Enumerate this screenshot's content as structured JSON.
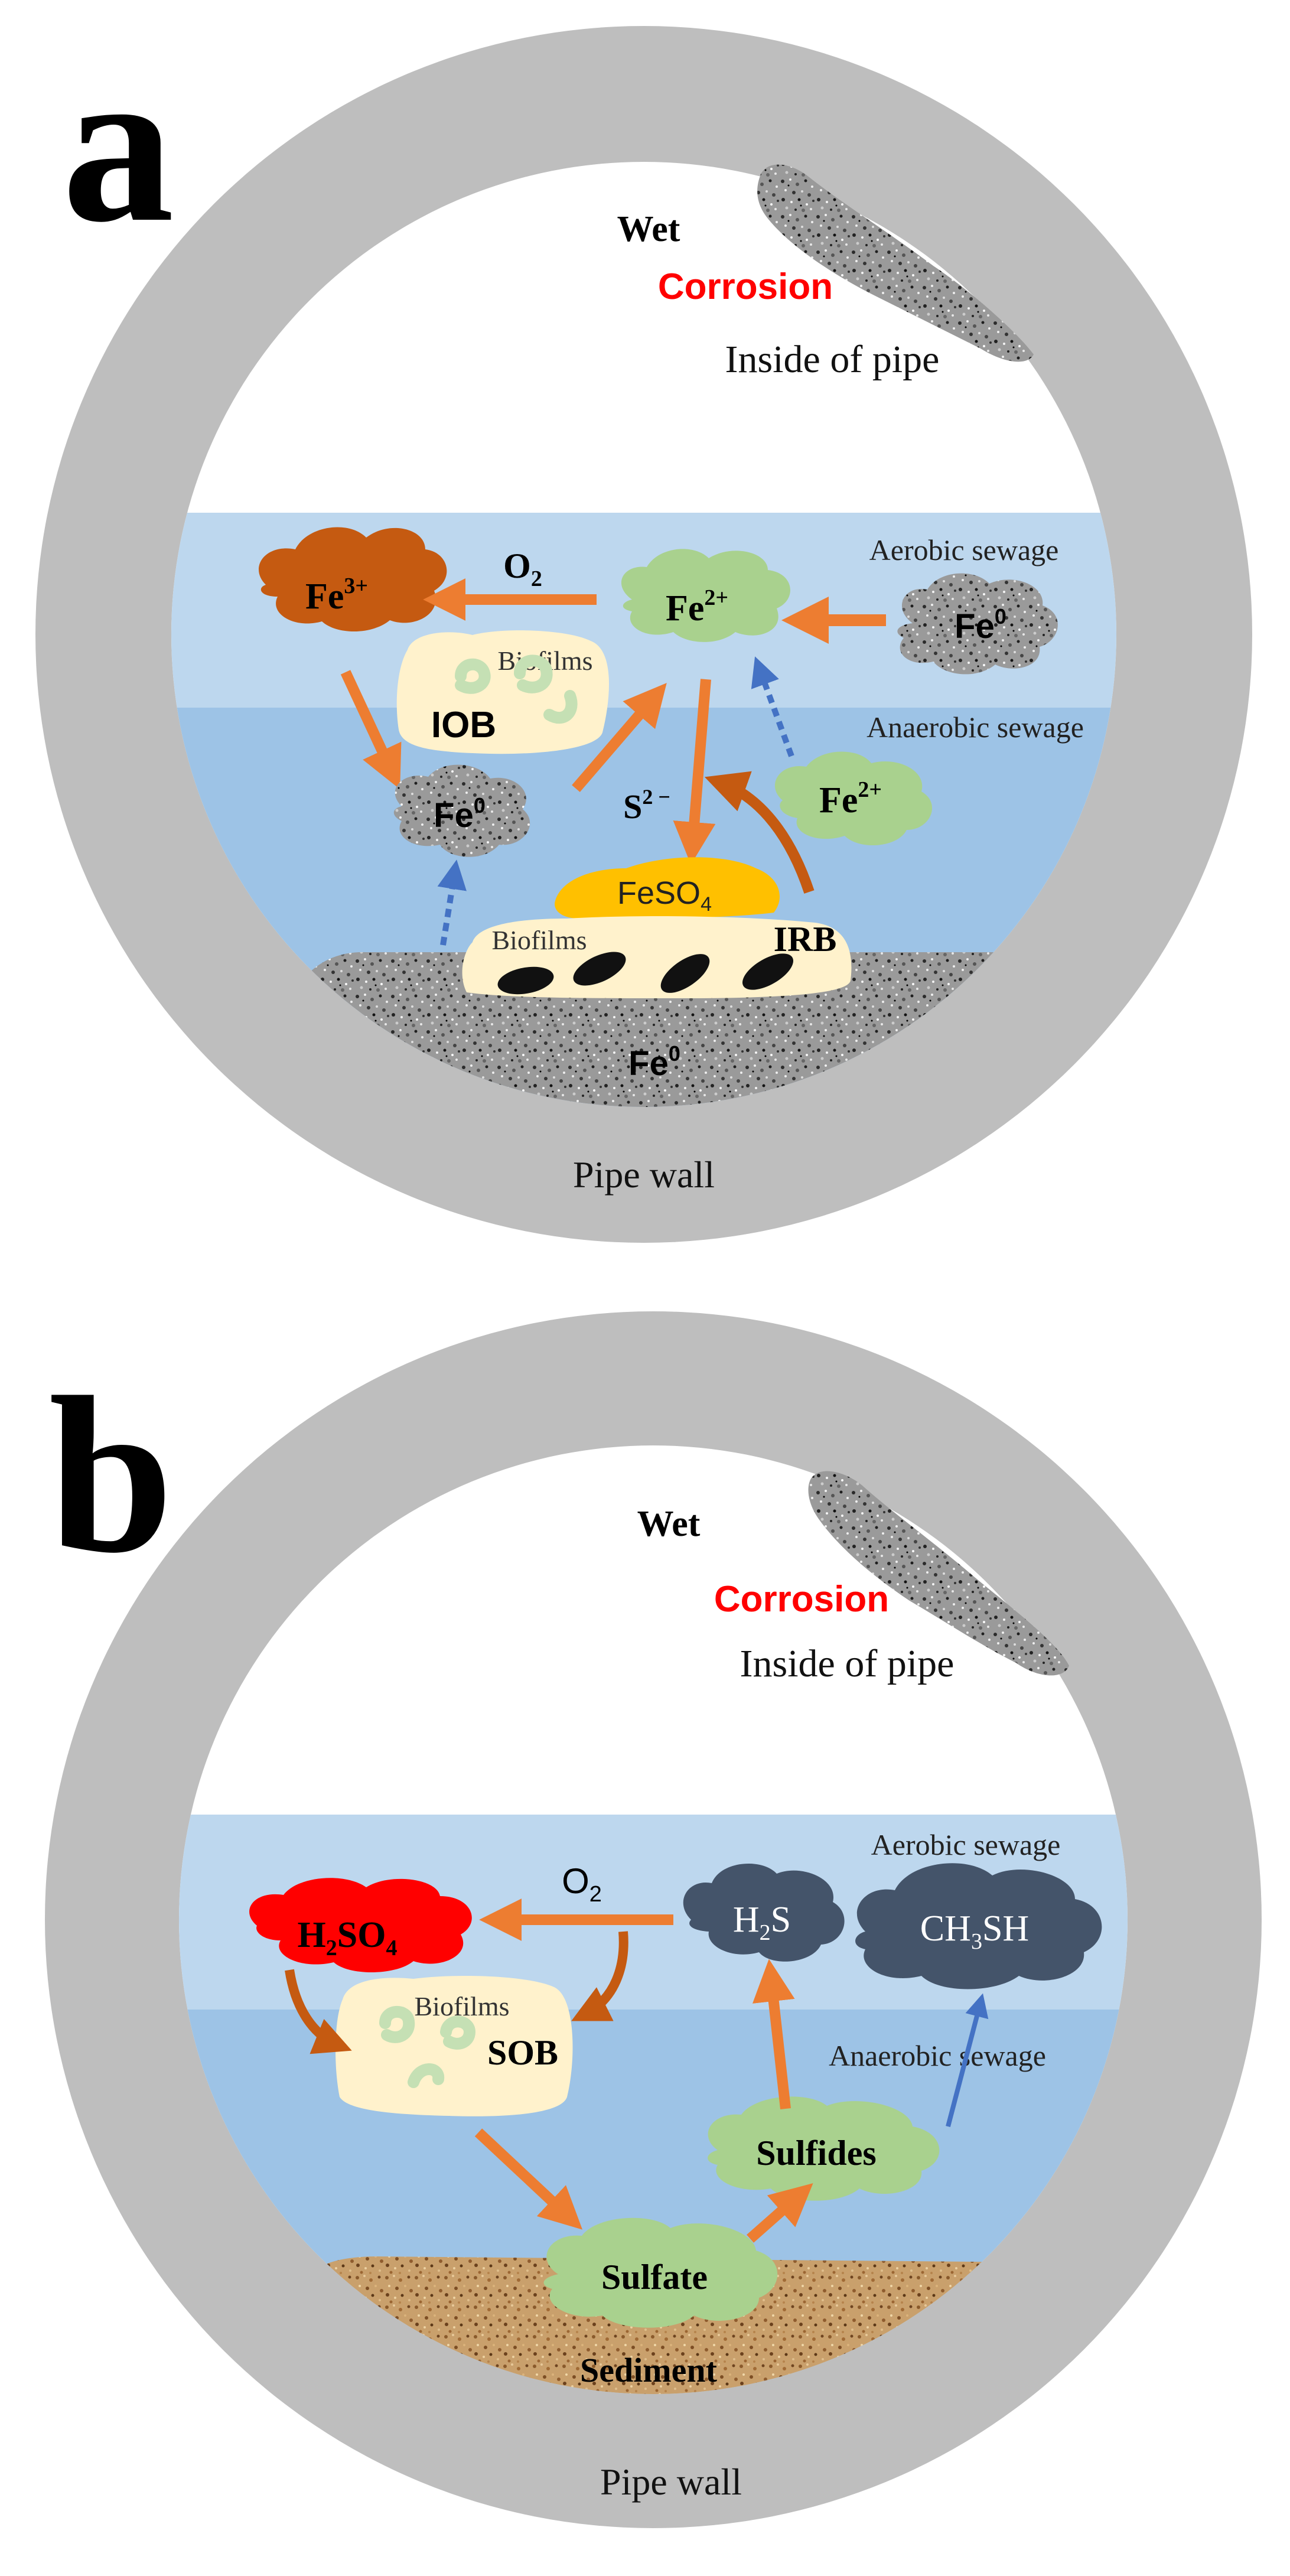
{
  "panel_a": {
    "letter": "a",
    "wet": "Wet",
    "corrosion": "Corrosion",
    "inside_of_pipe": "Inside of pipe",
    "aerobic_sewage": "Aerobic sewage",
    "anaerobic_sewage": "Anaerobic  sewage",
    "o2_base": "O",
    "o2_sub": "2",
    "fe3_base": "Fe",
    "fe3_sup": "3+",
    "fe2_base": "Fe",
    "fe2_sup": "2+",
    "fe0_base": "Fe",
    "fe0_sup": "0",
    "biofilms": "Biofilms",
    "iob": "IOB",
    "irb": "IRB",
    "s2_base": "S",
    "s2_sup": "2 −",
    "feso4_base": "FeSO",
    "feso4_sub": "4",
    "pipe_wall": "Pipe wall"
  },
  "panel_b": {
    "letter": "b",
    "wet": "Wet",
    "corrosion": "Corrosion",
    "inside_of_pipe": "Inside of pipe",
    "aerobic_sewage": "Aerobic sewage",
    "anaerobic_sewage": "Anaerobic sewage",
    "o2_base": "O",
    "o2_sub": "2",
    "h2so4_a": "H",
    "h2so4_b": "2",
    "h2so4_c": "SO",
    "h2so4_d": "4",
    "h2s_a": "H",
    "h2s_b": "2",
    "h2s_c": "S",
    "ch3sh_a": "CH",
    "ch3sh_b": "3",
    "ch3sh_c": "SH",
    "biofilms": "Biofilms",
    "sob": "SOB",
    "sulfides": "Sulfides",
    "sulfate": "Sulfate",
    "sediment": "Sediment",
    "pipe_wall": "Pipe wall"
  },
  "colors": {
    "pipe_gray": "#bebebe",
    "aerobic_blue": "#bdd7ee",
    "anaerobic_blue": "#9dc3e6",
    "arrow_orange": "#ed7d31",
    "corrosion_red": "#ff0000",
    "fe3_brown": "#c55a11",
    "cloud_green": "#a9d18e",
    "biofilm_cream": "#fff2cc",
    "feso4_gold": "#ffc000",
    "h2so4_red": "#ff0000",
    "dark_slate": "#44546a",
    "dashed_blue": "#4472c4",
    "sediment_brown": "#c9a06c"
  }
}
